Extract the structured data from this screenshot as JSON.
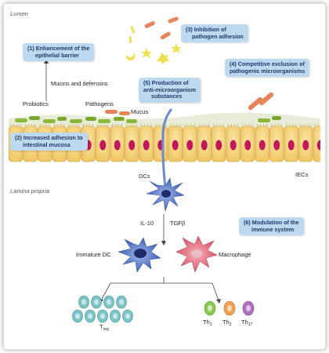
{
  "regions": {
    "lumen": "Lumen",
    "lamina_propria": "Lamina propria"
  },
  "mechanisms": [
    {
      "line1": "(1) Enhancement of the",
      "line2": "epithelial barrier"
    },
    {
      "line1": "(2) Increased adhesion to",
      "line2": "intestinal mucosa"
    },
    {
      "line1": "(3) Inhibition of",
      "line2": "pathogen adhesion"
    },
    {
      "line1": "(4) Competitive exclusion of",
      "line2": "pathogenic microorganisms"
    },
    {
      "line1": "(5) Production of",
      "line2": "anti-microorganism",
      "line3": "substances"
    },
    {
      "line1": "(6) Modulation of the",
      "line2": "immune system"
    }
  ],
  "labels": {
    "mucins": "Mucins and defensins",
    "probiotics": "Probiotics",
    "pathogens": "Pathogens",
    "mucus": "Mucus",
    "iecs": "IECs",
    "dcs": "DCs",
    "il10": "IL-10",
    "tgfb": "TGFβ",
    "immature_dc": "Immature DC",
    "macrophage": "Macrophage",
    "treg": "T",
    "treg_sub": "reg",
    "th1": "Th",
    "th1_sub": "1",
    "th2": "Th",
    "th2_sub": "2",
    "th17": "Th",
    "th17_sub": "17"
  },
  "colors": {
    "box_fill": "#bcd9f0",
    "box_text": "#1c3d6b",
    "cell_fill": "#f6d27a",
    "nucleus": "#c2185b",
    "probiotic": "#8ab83a",
    "pathogen": "#e8845a",
    "dc": "#3a63b8",
    "macrophage": "#e06070",
    "treg": "#7cc4c8",
    "th1": "#8cc850",
    "th2": "#f0a050",
    "th17": "#b070c0"
  },
  "icons": [
    "probiotic-bacterium-icon",
    "pathogen-bacterium-icon",
    "antimicrobial-substance-icon",
    "dendritic-cell-icon",
    "macrophage-icon",
    "t-cell-icon"
  ]
}
